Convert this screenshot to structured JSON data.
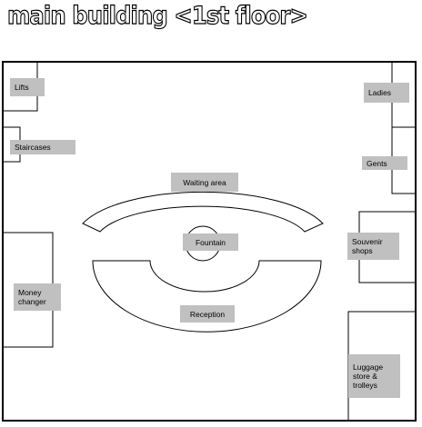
{
  "title": "main building <1st floor>",
  "colors": {
    "label_fill": "#c0c0c0",
    "lines": "#000000"
  },
  "labels": {
    "lifts": "Lifts",
    "staircases": "Staircases",
    "money_changer": "Money changer",
    "ladies": "Ladies",
    "gents": "Gents",
    "souvenir_shops": "Souvenir shops",
    "luggage": "Luggage store & trolleys",
    "waiting_area": "Waiting area",
    "fountain": "Fountain",
    "reception": "Reception"
  }
}
